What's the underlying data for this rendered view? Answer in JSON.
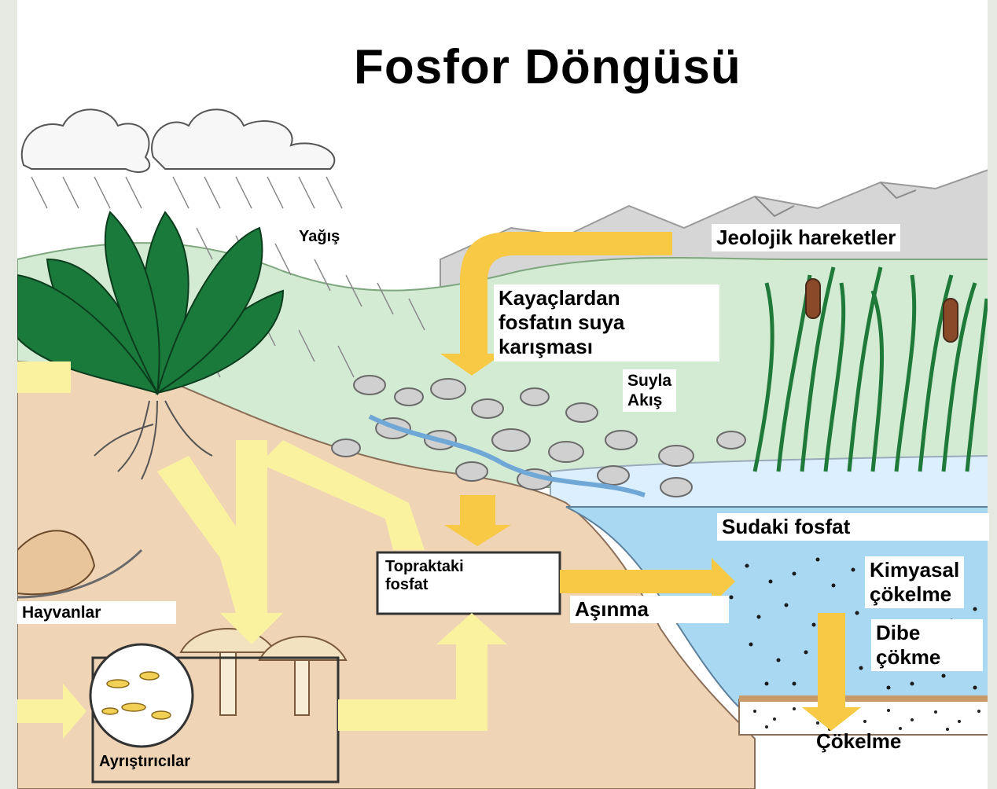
{
  "title": "Fosfor Döngüsü",
  "labels": {
    "precipitation": "Yağış",
    "geological": "Jeolojik hareketler",
    "rock_leaching": "Kayaçlardan\nfosfatın suya\nkarışması",
    "runoff": "Suyla\nAkış",
    "water_phosphate": "Sudaki fosfat",
    "soil_phosphate": "Topraktaki\nfosfat",
    "erosion": "Aşınma",
    "chemical_precip": "Kimyasal\nçökelme",
    "settling": "Dibe\nçökme",
    "sedimentation": "Çökelme",
    "animals": "Hayvanlar",
    "decomposers": "Ayrıştırıcılar"
  },
  "colors": {
    "arrow_yellow": "#f7c945",
    "arrow_pale": "#fbf2a0",
    "soil": "#f0d4b6",
    "grass": "#d6ecd4",
    "water": "#a9d8f3",
    "mountain": "#d4d4d4",
    "leaf": "#147a3a"
  }
}
